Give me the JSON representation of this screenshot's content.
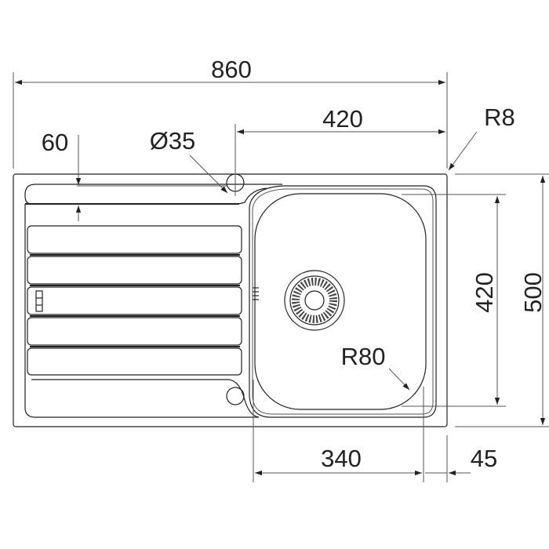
{
  "drawing": {
    "dimensions": {
      "overall_width": "860",
      "bowl_offset": "420",
      "drainer_edge": "60",
      "tap_hole": "Ø35",
      "corner_radius": "R8",
      "bowl_length": "420",
      "overall_depth": "500",
      "bowl_radius": "R80",
      "bowl_width": "340",
      "rim_margin": "45"
    },
    "line_color": "#222222"
  }
}
